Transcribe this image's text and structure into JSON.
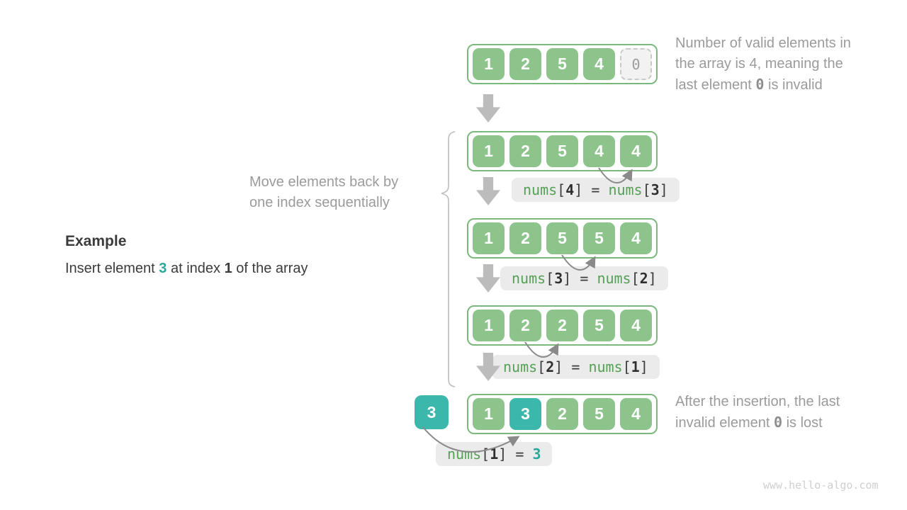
{
  "colors": {
    "cell_green": "#8cc48c",
    "cell_teal": "#3bb8ab",
    "array_border": "#7cb87c",
    "invalid_bg": "#f2f2f2",
    "label_bg": "#ebebeb",
    "code_green": "#55a055",
    "gray_text": "#9b9b9b",
    "arrow_gray": "#bcbcbc",
    "arc_gray": "#8a8a8a"
  },
  "example": {
    "title": "Example",
    "desc_parts": [
      {
        "t": "Insert element ",
        "c": ""
      },
      {
        "t": "3",
        "c": "t3"
      },
      {
        "t": " at index ",
        "c": ""
      },
      {
        "t": "1",
        "c": "b1"
      },
      {
        "t": " of the array",
        "c": ""
      }
    ]
  },
  "annotations": {
    "move_label": "Move elements back by\none index sequentially",
    "top_right_parts": [
      {
        "t": "Number of valid elements in\nthe array is 4, meaning the\nlast element ",
        "c": ""
      },
      {
        "t": "0",
        "c": "mono0"
      },
      {
        "t": " is invalid",
        "c": ""
      }
    ],
    "bottom_right_parts": [
      {
        "t": "After the insertion, the last\ninvalid element ",
        "c": ""
      },
      {
        "t": "0",
        "c": "mono0"
      },
      {
        "t": " is lost",
        "c": ""
      }
    ]
  },
  "insert_value": "3",
  "rows": [
    {
      "cells": [
        {
          "v": "1",
          "c": "green"
        },
        {
          "v": "2",
          "c": "green"
        },
        {
          "v": "5",
          "c": "green"
        },
        {
          "v": "4",
          "c": "green"
        },
        {
          "v": "0",
          "c": "invalid"
        }
      ]
    },
    {
      "cells": [
        {
          "v": "1",
          "c": "green"
        },
        {
          "v": "2",
          "c": "green"
        },
        {
          "v": "5",
          "c": "green"
        },
        {
          "v": "4",
          "c": "green"
        },
        {
          "v": "4",
          "c": "green"
        }
      ]
    },
    {
      "cells": [
        {
          "v": "1",
          "c": "green"
        },
        {
          "v": "2",
          "c": "green"
        },
        {
          "v": "5",
          "c": "green"
        },
        {
          "v": "5",
          "c": "green"
        },
        {
          "v": "4",
          "c": "green"
        }
      ]
    },
    {
      "cells": [
        {
          "v": "1",
          "c": "green"
        },
        {
          "v": "2",
          "c": "green"
        },
        {
          "v": "2",
          "c": "green"
        },
        {
          "v": "5",
          "c": "green"
        },
        {
          "v": "4",
          "c": "green"
        }
      ]
    },
    {
      "cells": [
        {
          "v": "1",
          "c": "green"
        },
        {
          "v": "3",
          "c": "teal"
        },
        {
          "v": "2",
          "c": "green"
        },
        {
          "v": "5",
          "c": "green"
        },
        {
          "v": "4",
          "c": "green"
        }
      ]
    }
  ],
  "code_labels": {
    "c1": [
      {
        "t": "nums",
        "c": "g"
      },
      {
        "t": "[",
        "c": "d"
      },
      {
        "t": "4",
        "c": "b"
      },
      {
        "t": "] = ",
        "c": "d"
      },
      {
        "t": "nums",
        "c": "g"
      },
      {
        "t": "[",
        "c": "d"
      },
      {
        "t": "3",
        "c": "b"
      },
      {
        "t": "]",
        "c": "d"
      }
    ],
    "c2": [
      {
        "t": "nums",
        "c": "g"
      },
      {
        "t": "[",
        "c": "d"
      },
      {
        "t": "3",
        "c": "b"
      },
      {
        "t": "] = ",
        "c": "d"
      },
      {
        "t": "nums",
        "c": "g"
      },
      {
        "t": "[",
        "c": "d"
      },
      {
        "t": "2",
        "c": "b"
      },
      {
        "t": "]",
        "c": "d"
      }
    ],
    "c3": [
      {
        "t": "nums",
        "c": "g"
      },
      {
        "t": "[",
        "c": "d"
      },
      {
        "t": "2",
        "c": "b"
      },
      {
        "t": "] = ",
        "c": "d"
      },
      {
        "t": "nums",
        "c": "g"
      },
      {
        "t": "[",
        "c": "d"
      },
      {
        "t": "1",
        "c": "b"
      },
      {
        "t": "]",
        "c": "d"
      }
    ],
    "c4": [
      {
        "t": "nums",
        "c": "g"
      },
      {
        "t": "[",
        "c": "d"
      },
      {
        "t": "1",
        "c": "b"
      },
      {
        "t": "] = ",
        "c": "d"
      },
      {
        "t": "3",
        "c": "t"
      }
    ]
  },
  "watermark": "www.hello-algo.com"
}
